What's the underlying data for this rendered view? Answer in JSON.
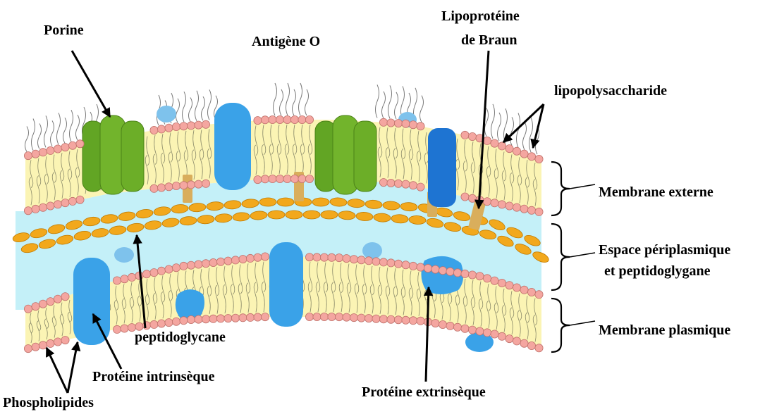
{
  "labels": {
    "porine": "Porine",
    "antigene_o": "Antigène O",
    "lipoproteine_line1": "Lipoprotéine",
    "lipoproteine_line2": "de Braun",
    "lipopolysaccharide": "lipopolysaccharide",
    "membrane_externe": "Membrane externe",
    "espace_line1": "Espace périplasmique",
    "espace_line2": "et peptidoglygane",
    "membrane_plasmique": "Membrane plasmique",
    "peptidoglycane": "peptidoglycane",
    "proteine_intrinseque": "Protéine intrinsèque",
    "proteine_extrinseque": "Protéine extrinsèque",
    "phospholipides": "Phospholipides"
  },
  "colors": {
    "lipid_head": "#f4a6a0",
    "lipid_head_stroke": "#c0726c",
    "membrane_fill": "#fbf4b4",
    "periplasm": "#c4f0f8",
    "peptidoglycan": "#f2a81c",
    "peptidoglycan_stroke": "#c07a00",
    "porin": "#72b42c",
    "protein_blue": "#3aa2e8",
    "protein_dark_blue": "#1e74d2",
    "protein_light_blue": "#7ec2ec",
    "lipoprotein": "#d9ae5c",
    "lps_chain": "#7a7a7a"
  }
}
